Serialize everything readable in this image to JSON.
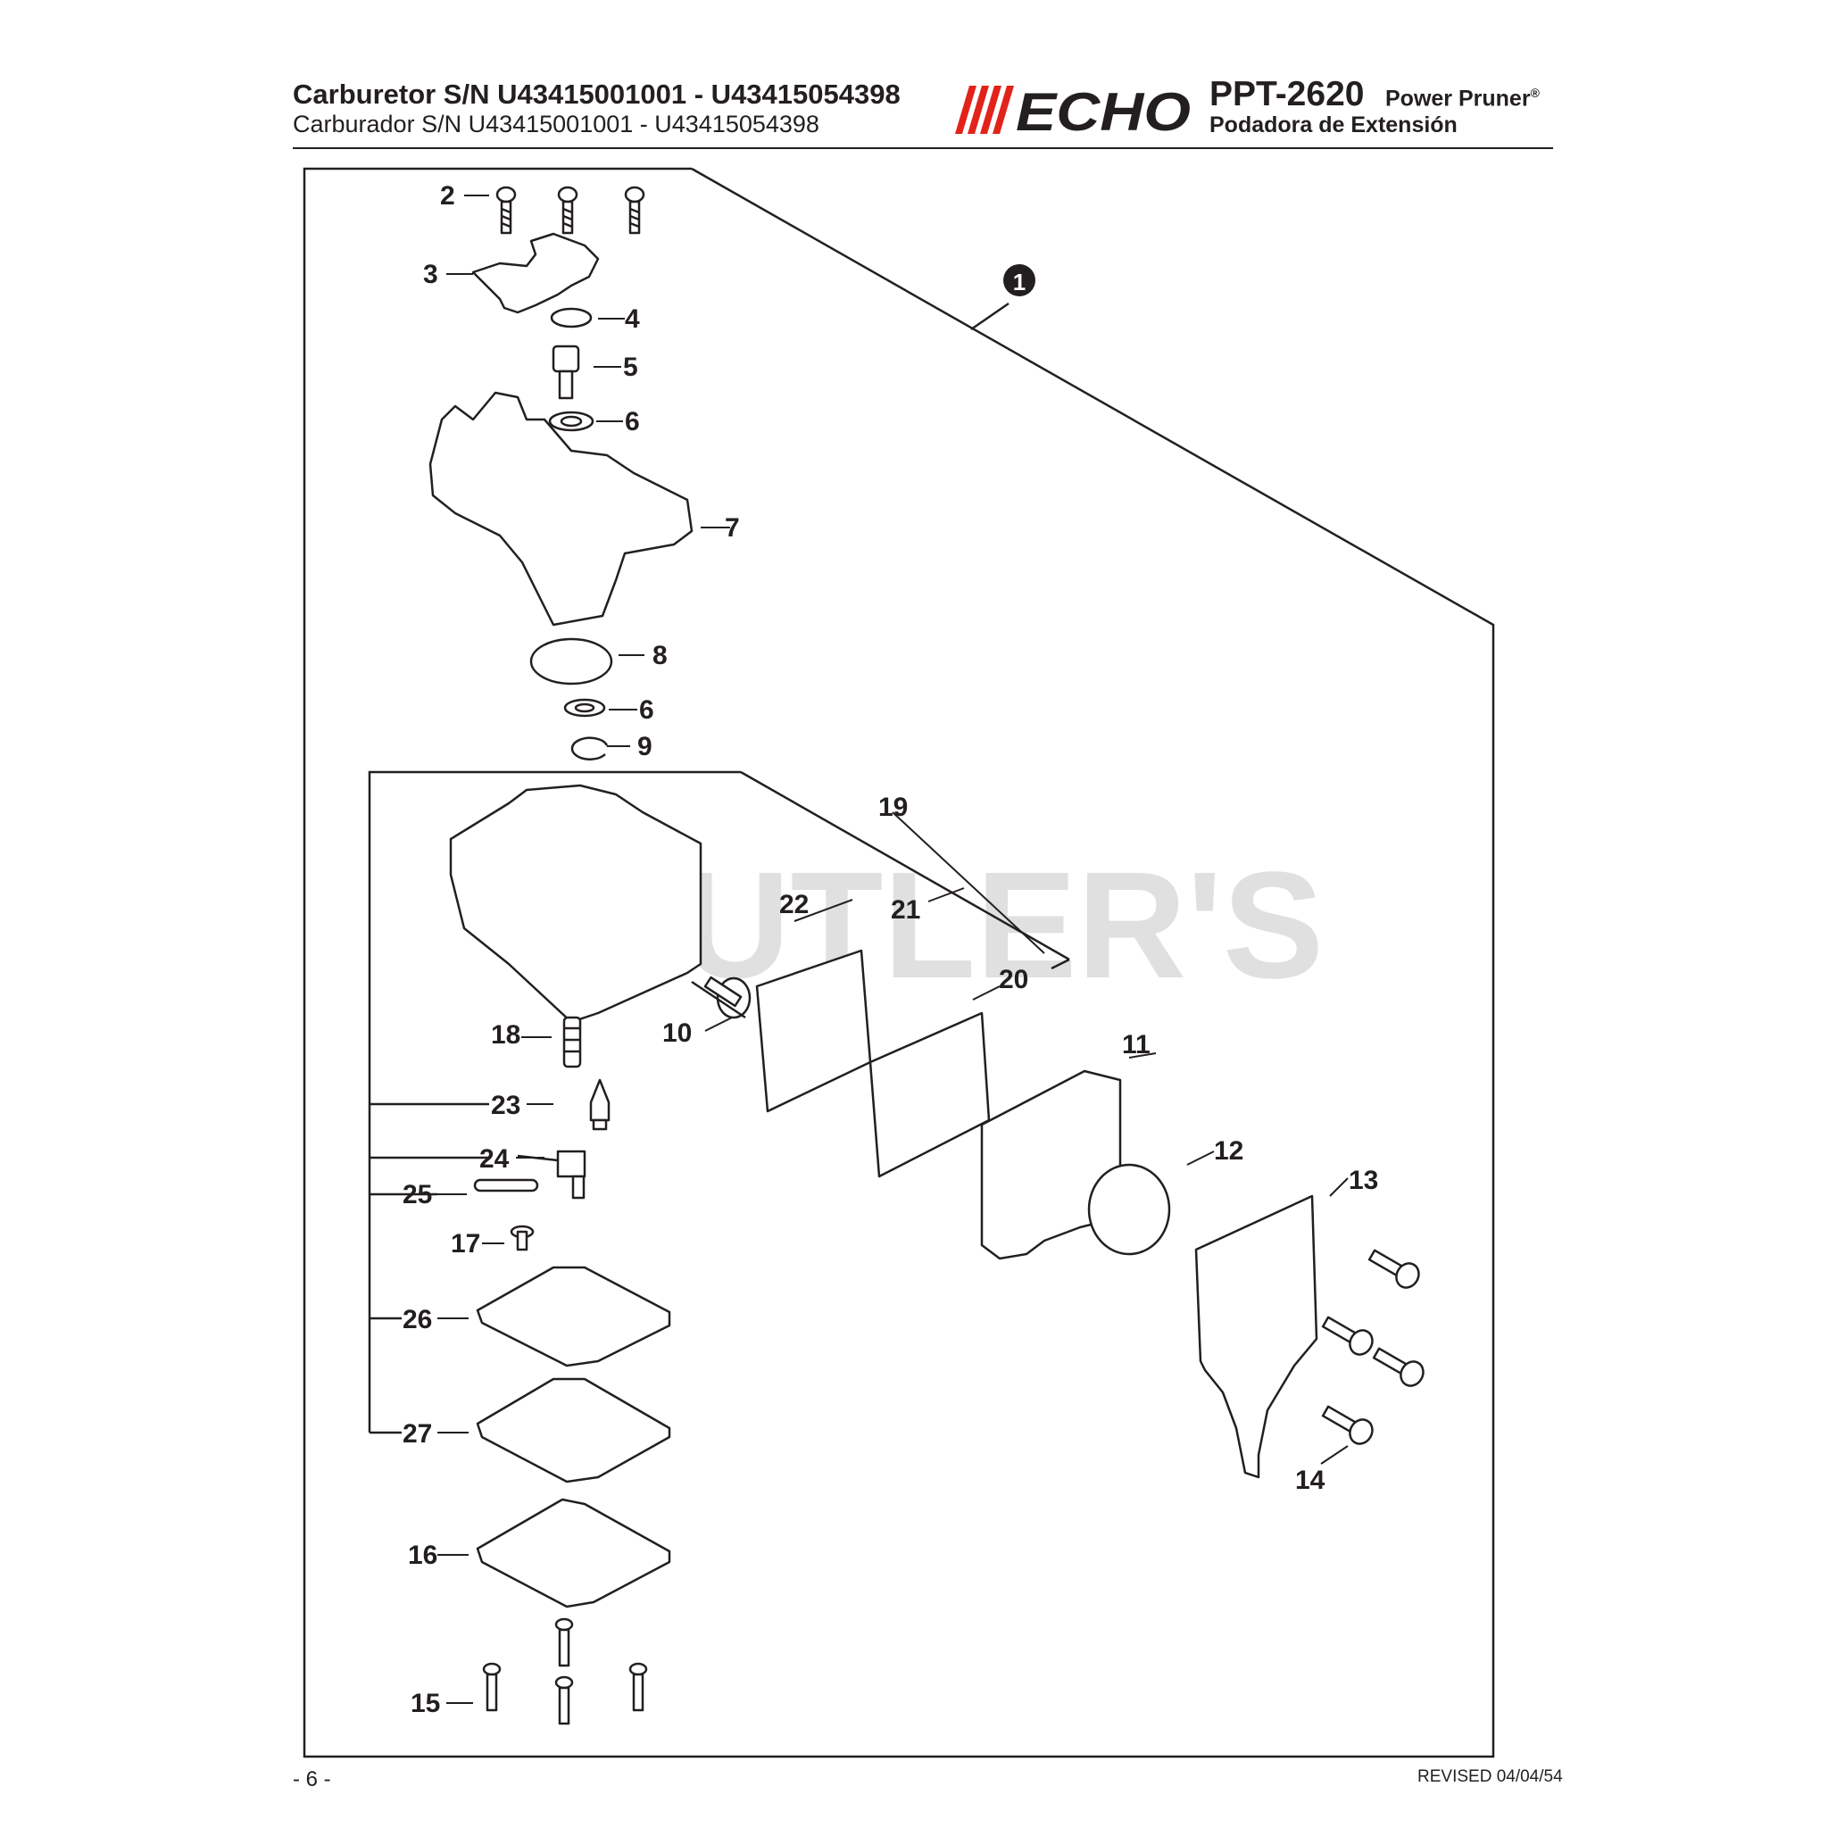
{
  "header": {
    "title": "Carburetor S/N U43415001001 - U43415054398",
    "subtitle": "Carburador S/N U43415001001 - U43415054398",
    "brand": "ECHO",
    "model": "PPT-2620",
    "product": "Power Pruner",
    "registered_mark": "®",
    "product_spanish": "Podadora de Extensión"
  },
  "assembly_marker": "1",
  "callouts": [
    "2",
    "3",
    "4",
    "5",
    "6",
    "7",
    "8",
    "6",
    "9",
    "19",
    "22",
    "21",
    "20",
    "10",
    "18",
    "11",
    "23",
    "24",
    "12",
    "13",
    "25",
    "17",
    "26",
    "27",
    "16",
    "14",
    "15"
  ],
  "watermark": "CUTLER'S",
  "footer": {
    "page": "- 6 -",
    "revised": "REVISED 04/04/54"
  },
  "colors": {
    "ink": "#231f20",
    "brand_red": "#e2231a",
    "watermark": "#d6d6d6"
  }
}
